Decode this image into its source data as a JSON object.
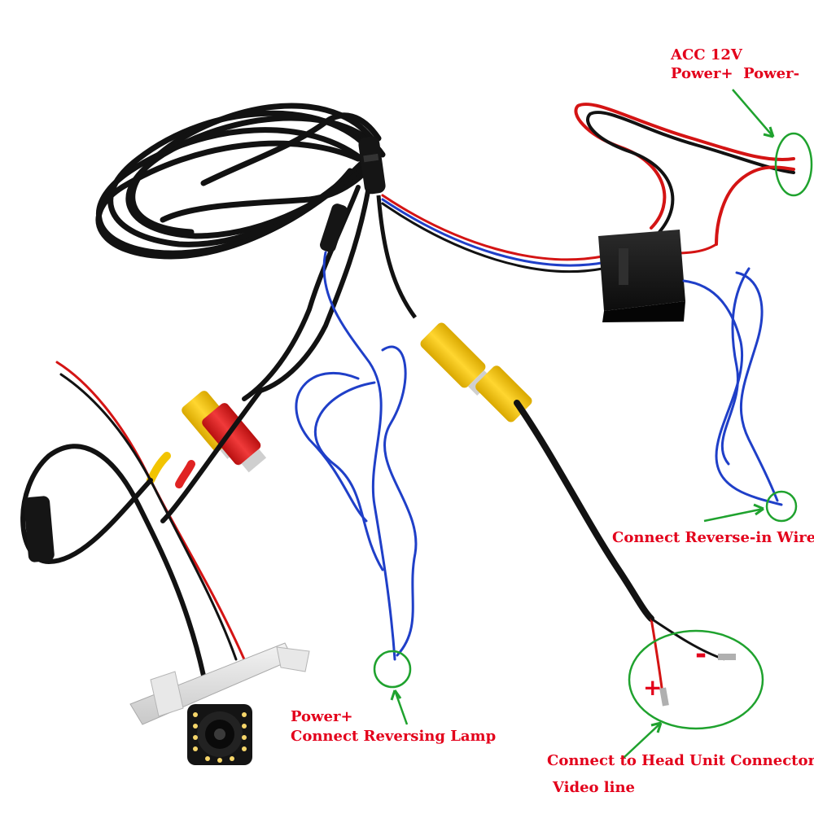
{
  "labels": {
    "acc_title": "ACC 12V",
    "acc_power": "Power+  Power-",
    "reverse_in": "Connect Reverse-in Wire",
    "reversing_lamp_1": "Power+",
    "reversing_lamp_2": "Connect Reversing Lamp",
    "head_unit": "Connect to Head Unit Connector",
    "video_line": "Video line",
    "plus": "+",
    "minus": "-"
  },
  "colors": {
    "label_text": "#e3001b",
    "annotation": "#1fa22e",
    "cable_black": "#121212",
    "wire_red": "#d41414",
    "wire_blue": "#1f3fc8",
    "rca_yellow": "#f2c400",
    "rca_red": "#e02323"
  }
}
